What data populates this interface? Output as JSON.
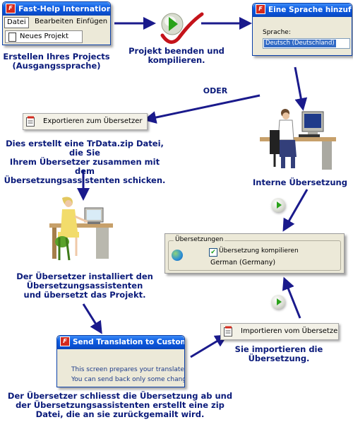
{
  "app_window": {
    "title": "Fast-Help International",
    "menu": [
      "Datei",
      "Bearbeiten",
      "Einfügen"
    ],
    "dropdown_item": "Neues Projekt"
  },
  "language_window": {
    "title": "Eine Sprache hinzufügen",
    "field_label": "Sprache:",
    "field_value": "Deutsch (Deutschland)"
  },
  "export_button": "Exportieren zum Übersetzer",
  "import_button": "Importieren vom Übersetze",
  "send_window": {
    "title": "Send Translation to Customer",
    "line1": "This screen prepares your translated",
    "line2": "You can send back only some chang"
  },
  "translations_panel": {
    "group_label": "Übersetzungen",
    "checkbox_label": "Übersetzung kompilieren",
    "language": "German (Germany)"
  },
  "labels": {
    "oder": "ODER",
    "caption_create": "Erstellen Ihres Projects\n(Ausgangssprache)",
    "caption_compile": "Projekt beenden und\nkompilieren.",
    "caption_export": "Dies erstellt eine TrData.zip Datei, die Sie\nIhrem Übersetzer zusammen mit dem\nÜbersetzungsassistenten schicken.",
    "caption_internal": "Interne Übersetzung",
    "caption_translator": "Der Übersetzer installiert den\nÜbersetzungsassistenten\nund übersetzt das Projekt.",
    "caption_import": "Sie importieren die\nÜbersetzung.",
    "caption_final": "Der Übersetzer schliesst die Übersetzung ab und\nder Übersetzungsassistenten erstellt eine zip\nDatei, die an sie zurückgemailt wird."
  },
  "colors": {
    "arrow": "#1a1a8c",
    "caption": "#0a1a7a",
    "titlebar": "#0a4fd0"
  }
}
